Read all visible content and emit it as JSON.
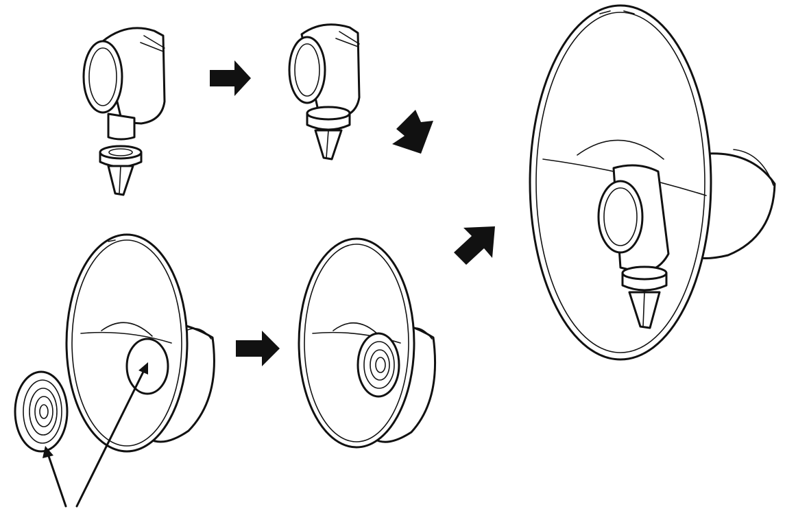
{
  "diagram": {
    "colors": {
      "ink": "#111111",
      "background": "#ffffff"
    },
    "components": [
      "valve-connector-with-duckbill-separated",
      "valve-connector-with-duckbill-attached",
      "flange-and-backflow-membrane-separated",
      "flange-with-backflow-membrane-inserted",
      "assembled-breast-shield"
    ],
    "steps": [
      {
        "from": "valve-connector-with-duckbill-separated",
        "to": "valve-connector-with-duckbill-attached"
      },
      {
        "from": "valve-connector-with-duckbill-attached",
        "to": "assembled-breast-shield"
      },
      {
        "from": "flange-and-backflow-membrane-separated",
        "to": "flange-with-backflow-membrane-inserted"
      },
      {
        "from": "flange-with-backflow-membrane-inserted",
        "to": "assembled-breast-shield"
      }
    ],
    "callouts": [
      {
        "points_to": [
          "backflow-membrane",
          "flange-socket"
        ]
      }
    ]
  }
}
